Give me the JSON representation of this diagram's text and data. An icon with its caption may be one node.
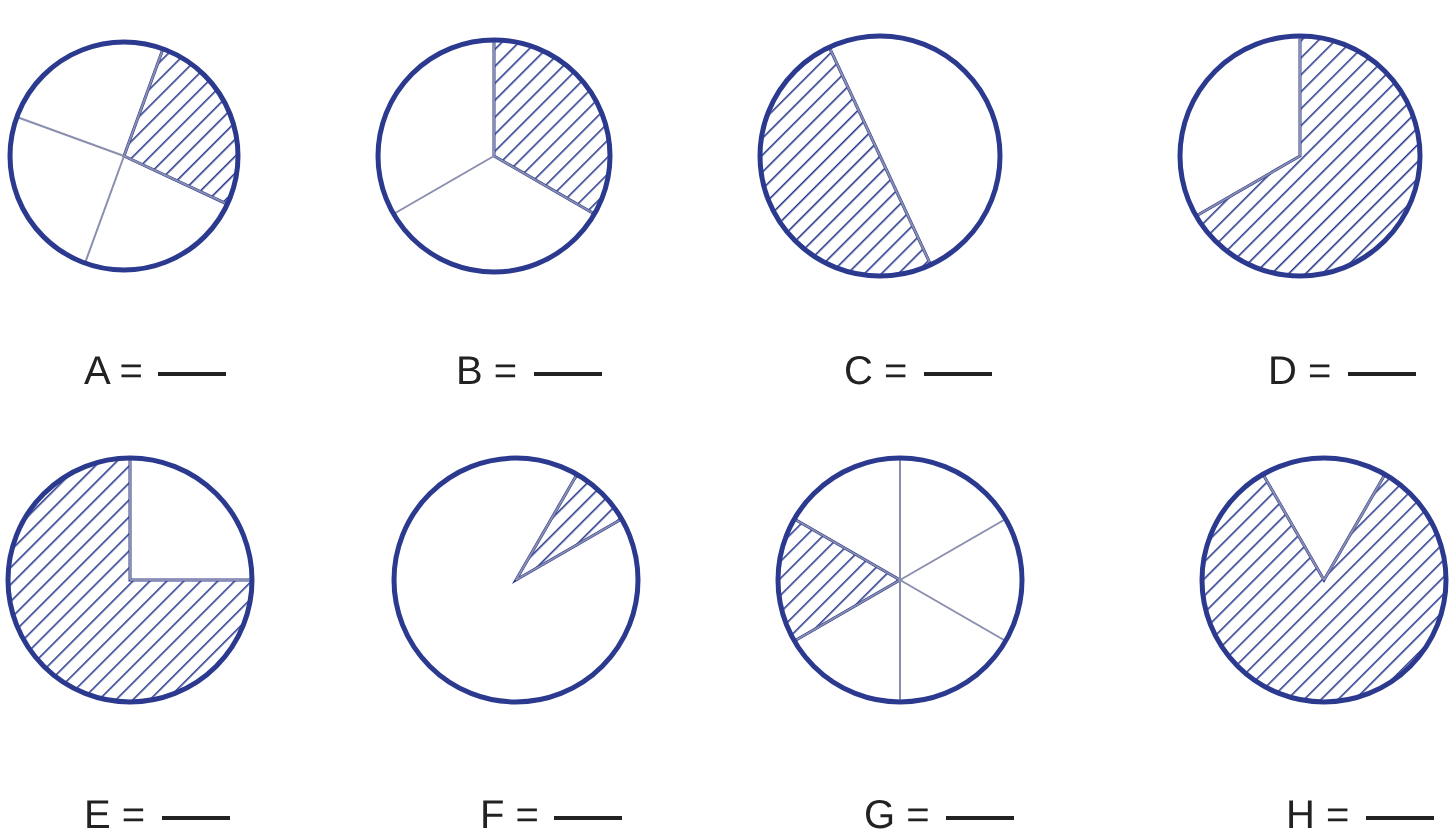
{
  "diagram": {
    "labels": [
      "A =",
      "B =",
      "C =",
      "D =",
      "E =",
      "F =",
      "G =",
      "H ="
    ]
  }
}
